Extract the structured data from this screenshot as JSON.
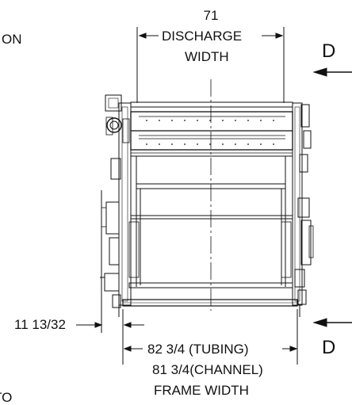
{
  "partial_label": "ON",
  "discharge": {
    "value": "71",
    "label_line1": "DISCHARGE",
    "label_line2": "WIDTH"
  },
  "section_marker_top": "D",
  "section_marker_bottom": "D",
  "side_offset": "11 13/32",
  "frame": {
    "tubing": "82 3/4 (TUBING)",
    "channel": "81 3/4(CHANNEL)",
    "label": "FRAME WIDTH"
  },
  "bottom_partial": "TO"
}
